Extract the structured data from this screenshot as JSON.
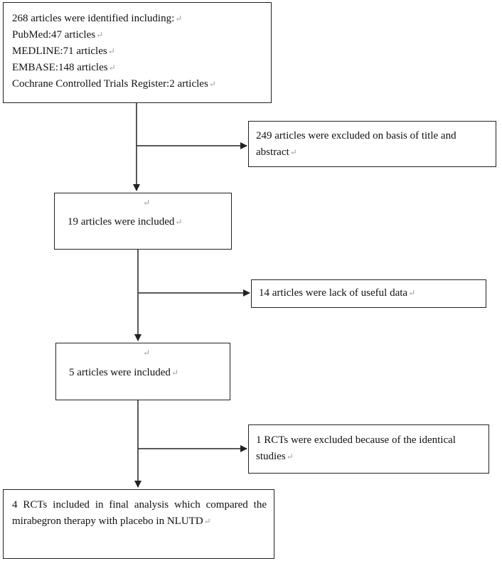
{
  "return_mark": "↵",
  "boxes": {
    "identified": {
      "lines": [
        "268 articles were identified including:",
        "PubMed:47 articles",
        "MEDLINE:71 articles",
        "EMBASE:148 articles",
        "Cochrane Controlled Trials Register:2 articles"
      ]
    },
    "excluded_title_abstract": {
      "text": "249 articles were excluded on basis of title and abstract"
    },
    "included_19": {
      "text": "19 articles were included"
    },
    "lack_useful_data": {
      "text": "14 articles were lack of useful data"
    },
    "included_5": {
      "text": "5 articles were included"
    },
    "excluded_identical": {
      "text": "1 RCTs were excluded because of the identical studies"
    },
    "final_analysis": {
      "text": "4 RCTs included in final analysis which compared the mirabegron therapy with placebo in NLUTD"
    }
  }
}
